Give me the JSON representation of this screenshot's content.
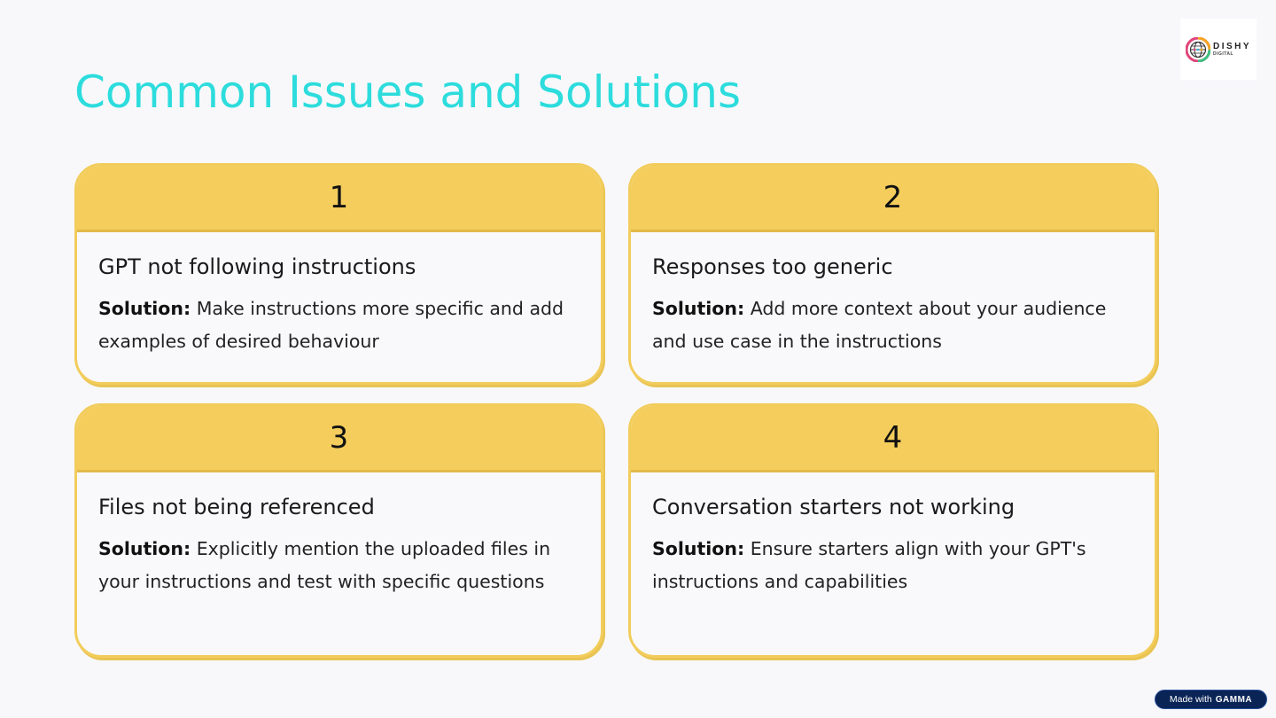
{
  "slide": {
    "title": "Common Issues and Solutions",
    "accent_color": "#2ddcdc",
    "card_color": "#f4cd5c"
  },
  "logo": {
    "name": "DISHY",
    "subtitle": "DIGITAL"
  },
  "cards": [
    {
      "number": "1",
      "heading": "GPT not following instructions",
      "solution_label": "Solution:",
      "solution_text": " Make instructions more specific and add examples of desired behaviour"
    },
    {
      "number": "2",
      "heading": "Responses too generic",
      "solution_label": "Solution:",
      "solution_text": " Add more context about your audience and use case in the instructions"
    },
    {
      "number": "3",
      "heading": "Files not being referenced",
      "solution_label": "Solution:",
      "solution_text": " Explicitly mention the uploaded files in your instructions and test with specific questions"
    },
    {
      "number": "4",
      "heading": "Conversation starters not working",
      "solution_label": "Solution:",
      "solution_text": " Ensure starters align with your GPT's instructions and capabilities"
    }
  ],
  "badge": {
    "prefix": "Made with",
    "brand": "GAMMA"
  }
}
